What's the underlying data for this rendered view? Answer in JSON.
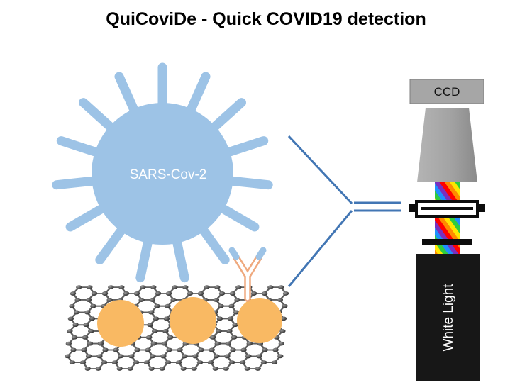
{
  "title": "QuiCoviDe - Quick COVID19 detection",
  "virus": {
    "label": "SARS-Cov-2",
    "body_color": "#9DC3E6",
    "spike_color": "#9DC3E6",
    "spike_count": 15
  },
  "antibody": {
    "outline_color": "#EFA97E",
    "tip_color": "#9DC3E6"
  },
  "graphene": {
    "bond_color": "#5E5E5E",
    "atom_color": "#3A3A3A",
    "nanoparticle_color": "#F9B963",
    "nanoparticle_count": 3
  },
  "beam": {
    "color": "#4276B4"
  },
  "detector": {
    "ccd_label": "CCD",
    "ccd_color": "#A6A6A6",
    "light_label": "White Light",
    "light_box_color": "#171717",
    "spectrum_colors": [
      "#FF0000",
      "#FF8A00",
      "#FFE600",
      "#2ECC40",
      "#1E90FF",
      "#7B2FBE"
    ]
  }
}
